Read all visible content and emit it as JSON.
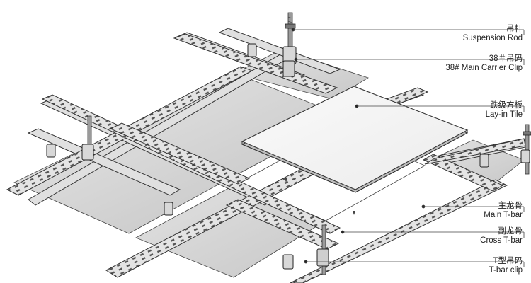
{
  "labels": {
    "suspension_rod": {
      "zh": "吊杆",
      "en": "Suspension Rod"
    },
    "main_carrier_clip": {
      "zh": "38＃吊码",
      "en": "38# Main Carrier Clip"
    },
    "lay_in_tile": {
      "zh": "跌级方板",
      "en": "Lay-in Tile"
    },
    "main_t_bar": {
      "zh": "主龙骨",
      "en": "Main T-bar"
    },
    "cross_t_bar": {
      "zh": "副龙骨",
      "en": "Cross T-bar"
    },
    "t_bar_clip": {
      "zh": "T型吊码",
      "en": "T-bar clip"
    }
  },
  "colors": {
    "line": "#3a3a3a",
    "panel": "#d4d4d4",
    "panel_light": "#f4f4f4",
    "bar": "#e2e2e2",
    "rod": "#9a9a9a"
  }
}
